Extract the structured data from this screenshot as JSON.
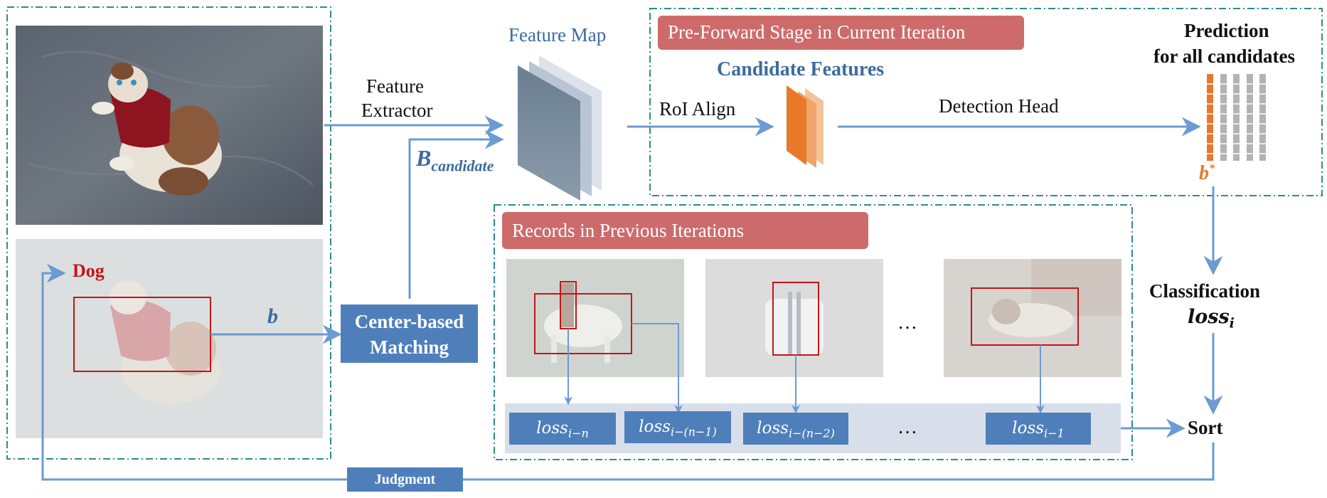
{
  "colors": {
    "arrow": "#6b9bd1",
    "dashed_border": "#2e8b8b",
    "banner": "#cd6b6b",
    "blue_box": "#4f7fba",
    "orange": "#e8792b",
    "text_blue": "#3d6b9f",
    "red_label": "#c2161b",
    "gray_bar": "#b3b3b3"
  },
  "labels": {
    "feature_extractor_1": "Feature",
    "feature_extractor_2": "Extractor",
    "feature_map": "Feature Map",
    "b_candidate_b": "B",
    "b_candidate_sub": "candidate",
    "b_label": "b",
    "dog": "Dog",
    "center_matching_1": "Center-based",
    "center_matching_2": "Matching",
    "roi_align": "RoI Align",
    "candidate_features": "Candidate Features",
    "detection_head": "Detection Head",
    "prediction_1": "Prediction",
    "prediction_2": "for all candidates",
    "b_star": "b",
    "b_star_sup": "*",
    "classification": "Classification",
    "loss_i": "loss",
    "loss_i_sub": "i",
    "sort": "Sort",
    "judgment": "Judgment",
    "ellipsis_images": "…",
    "ellipsis_losses": "…"
  },
  "banners": {
    "pre_forward": "Pre-Forward Stage in Current Iteration",
    "records": "Records in Previous Iterations"
  },
  "loss_boxes": [
    {
      "base": "loss",
      "sub": "i−n"
    },
    {
      "base": "loss",
      "sub": "i−(n−1)"
    },
    {
      "base": "loss",
      "sub": "i−(n−2)"
    },
    {
      "base": "loss",
      "sub": "i−1"
    }
  ],
  "icons": {
    "feature_map": "stacked-planes-icon",
    "candidate_features": "orange-stack-icon",
    "prediction": "bar-columns-icon"
  }
}
